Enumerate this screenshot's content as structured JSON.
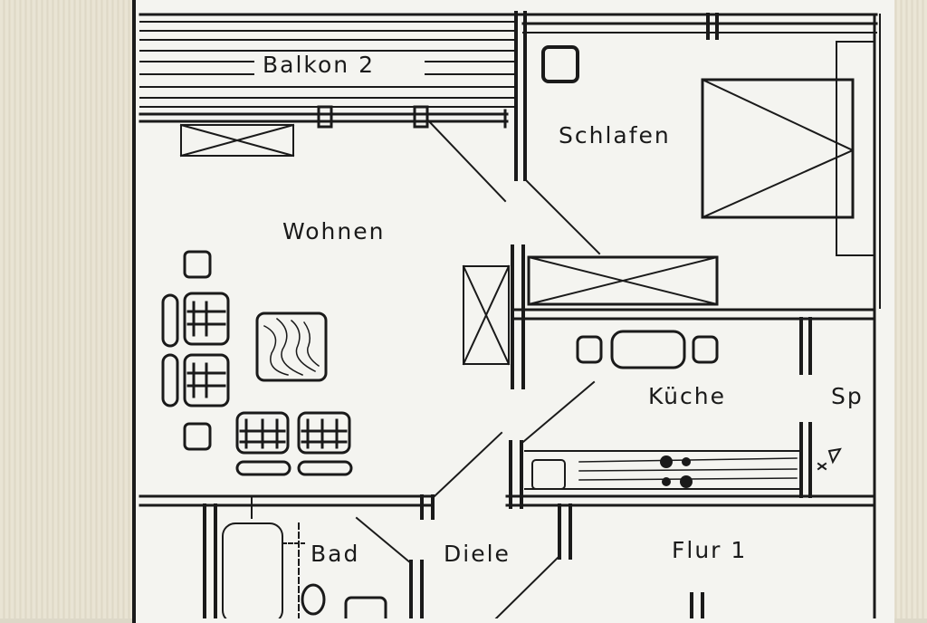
{
  "rooms": {
    "balkon": "Balkon 2",
    "schlafen": "Schlafen",
    "wohnen": "Wohnen",
    "kueche": "Küche",
    "sp": "Sp",
    "bad": "Bad",
    "diele": "Diele",
    "flur": "Flur 1"
  },
  "colors": {
    "ink": "#1a1a1a",
    "paper": "#f4f4f0",
    "wall": "#ddd8c8"
  }
}
